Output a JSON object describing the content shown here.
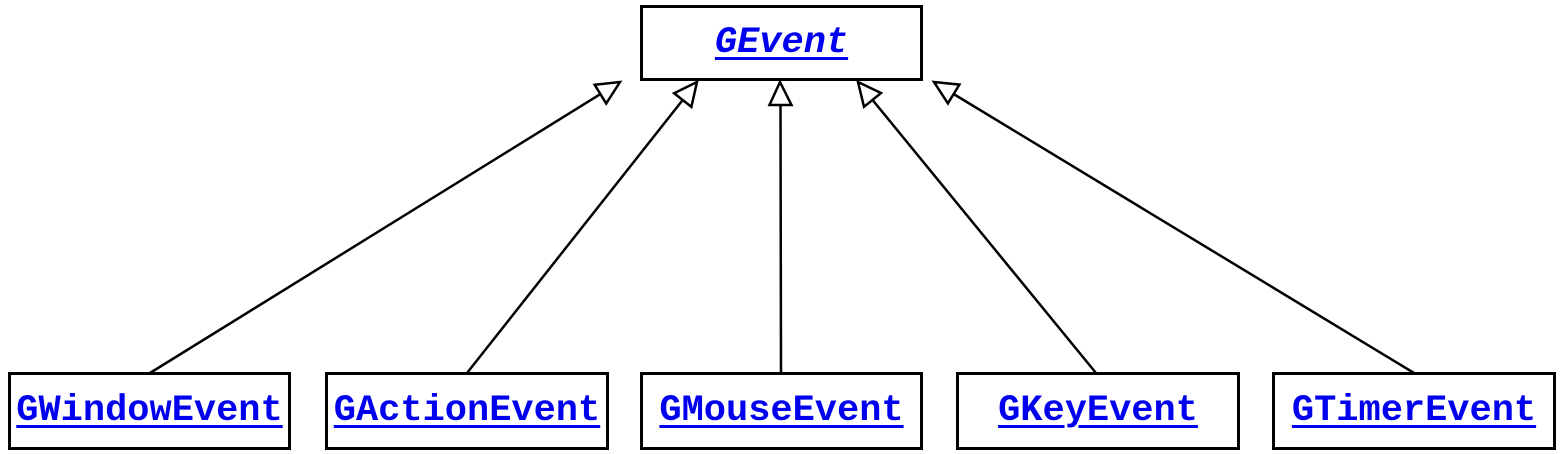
{
  "diagram": {
    "type": "class-inheritance-hierarchy",
    "relation": "extends",
    "parent": {
      "label": "GEvent",
      "abstract": true
    },
    "children": [
      {
        "label": "GWindowEvent"
      },
      {
        "label": "GActionEvent"
      },
      {
        "label": "GMouseEvent"
      },
      {
        "label": "GKeyEvent"
      },
      {
        "label": "GTimerEvent"
      }
    ],
    "colors": {
      "class_link": "#0000EE",
      "line": "#000000",
      "box_fill": "#FFFFFF",
      "background": "#FFFFFF"
    }
  }
}
